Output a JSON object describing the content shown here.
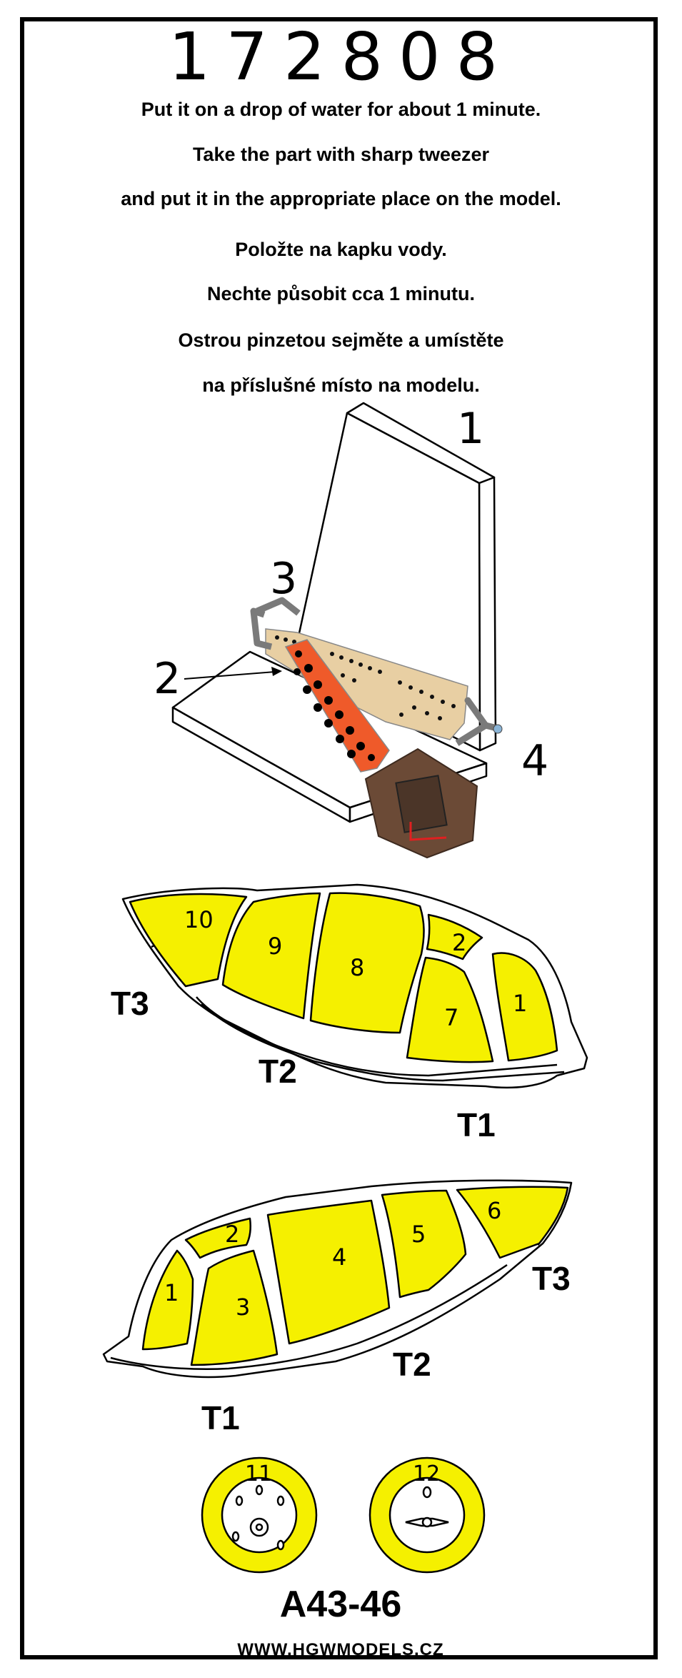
{
  "sheet_code": "172808",
  "instructions": [
    "Put it on a drop of water for about 1 minute.",
    "Take the part with sharp tweezer",
    "and put it in the appropriate place on the model.",
    "Položte na kapku vody.",
    "Nechte působit cca 1 minutu.",
    "Ostrou pinzetou sejměte a umístěte",
    "na příslušné místo na modelu."
  ],
  "seat_labels": {
    "backrest": "1",
    "belt": "2",
    "buckle_left": "3",
    "buckle_right": "4"
  },
  "canopy_side_1": {
    "panels": [
      "10",
      "9",
      "8",
      "2",
      "7",
      "1"
    ],
    "frames": [
      "T3",
      "T2",
      "T1"
    ]
  },
  "canopy_side_2": {
    "panels": [
      "2",
      "1",
      "3",
      "4",
      "5",
      "6"
    ],
    "frames": [
      "T3",
      "T2",
      "T1"
    ]
  },
  "wheels": [
    "11",
    "12"
  ],
  "model_code": "A43-46",
  "website": "WWW.HGWMODELS.CZ",
  "colors": {
    "mask": "#f5f000",
    "belt_red": "#ef5a2a",
    "belt_tan": "#e8cfa3",
    "buckle_brown": "#6b4a36",
    "metal": "#7a7a7a"
  }
}
